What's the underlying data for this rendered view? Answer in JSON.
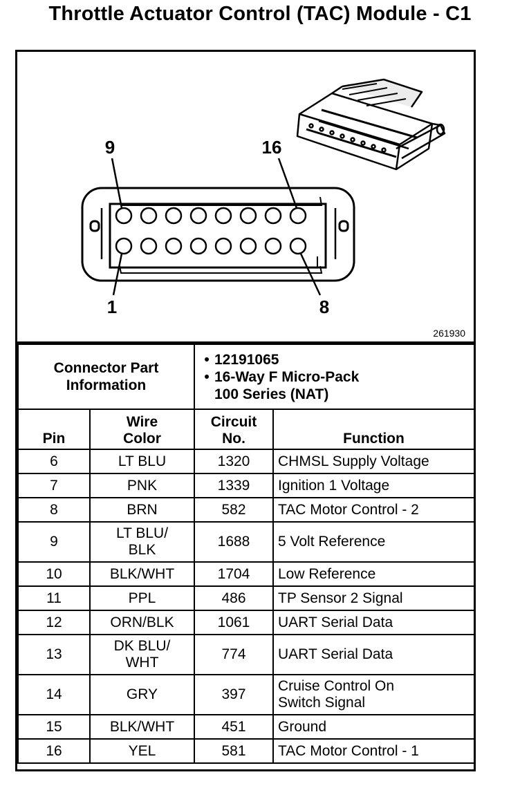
{
  "title": "Throttle Actuator Control (TAC) Module - C1",
  "diagram": {
    "image_number": "261930",
    "callouts": {
      "top_left": "9",
      "top_right": "16",
      "bottom_left": "1",
      "bottom_right": "8"
    }
  },
  "connector_info": {
    "label_line1": "Connector Part",
    "label_line2": "Information",
    "part_number": "12191065",
    "description_line1": "16-Way F Micro-Pack",
    "description_line2": "100 Series (NAT)"
  },
  "columns": {
    "pin": "Pin",
    "wire_color_line1": "Wire",
    "wire_color_line2": "Color",
    "circuit_line1": "Circuit",
    "circuit_line2": "No.",
    "function": "Function"
  },
  "rows": [
    {
      "pin": "6",
      "color1": "LT BLU",
      "color2": "",
      "circuit": "1320",
      "func1": "CHMSL Supply Voltage",
      "func2": ""
    },
    {
      "pin": "7",
      "color1": "PNK",
      "color2": "",
      "circuit": "1339",
      "func1": "Ignition 1 Voltage",
      "func2": ""
    },
    {
      "pin": "8",
      "color1": "BRN",
      "color2": "",
      "circuit": "582",
      "func1": "TAC Motor Control - 2",
      "func2": ""
    },
    {
      "pin": "9",
      "color1": "LT BLU/",
      "color2": "BLK",
      "circuit": "1688",
      "func1": "5 Volt Reference",
      "func2": ""
    },
    {
      "pin": "10",
      "color1": "BLK/WHT",
      "color2": "",
      "circuit": "1704",
      "func1": "Low Reference",
      "func2": ""
    },
    {
      "pin": "11",
      "color1": "PPL",
      "color2": "",
      "circuit": "486",
      "func1": "TP Sensor 2 Signal",
      "func2": ""
    },
    {
      "pin": "12",
      "color1": "ORN/BLK",
      "color2": "",
      "circuit": "1061",
      "func1": "UART Serial Data",
      "func2": ""
    },
    {
      "pin": "13",
      "color1": "DK BLU/",
      "color2": "WHT",
      "circuit": "774",
      "func1": "UART Serial Data",
      "func2": ""
    },
    {
      "pin": "14",
      "color1": "GRY",
      "color2": "",
      "circuit": "397",
      "func1": "Cruise Control On",
      "func2": "Switch Signal"
    },
    {
      "pin": "15",
      "color1": "BLK/WHT",
      "color2": "",
      "circuit": "451",
      "func1": "Ground",
      "func2": ""
    },
    {
      "pin": "16",
      "color1": "YEL",
      "color2": "",
      "circuit": "581",
      "func1": "TAC Motor Control - 1",
      "func2": ""
    }
  ]
}
